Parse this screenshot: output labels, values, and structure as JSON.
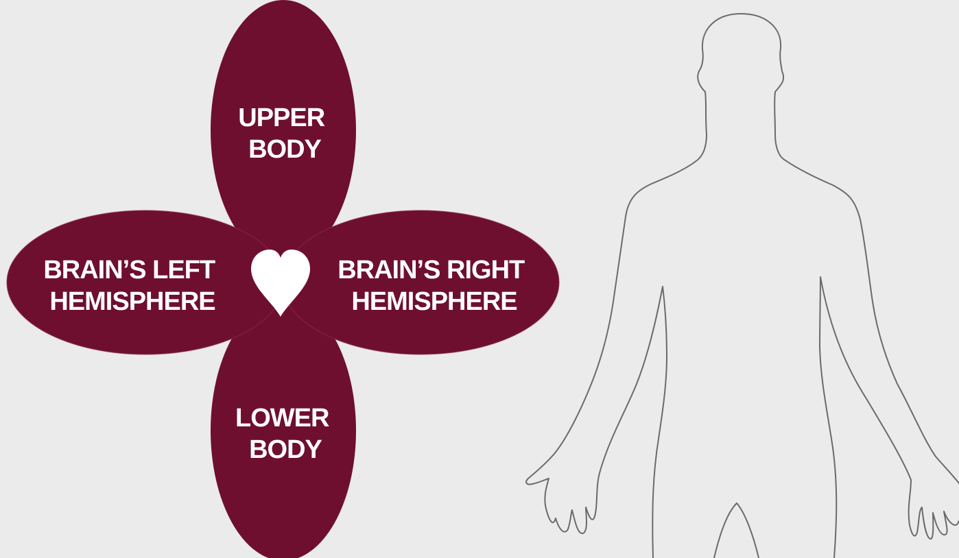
{
  "diagram": {
    "petals": [
      {
        "id": "upper",
        "line1": "UPPER",
        "line2": "BODY"
      },
      {
        "id": "left",
        "line1": "BRAIN’S LEFT",
        "line2": "HEMISPHERE"
      },
      {
        "id": "right",
        "line1": "BRAIN’S RIGHT",
        "line2": "HEMISPHERE"
      },
      {
        "id": "lower",
        "line1": "LOWER",
        "line2": "BODY"
      }
    ],
    "center_icon": "heart-icon",
    "figure_icon": "human-body-outline-icon"
  },
  "colors": {
    "background": "#ebebeb",
    "petal": "#6e0f30",
    "heart": "#ffffff",
    "outline": "#6a6a6a"
  }
}
